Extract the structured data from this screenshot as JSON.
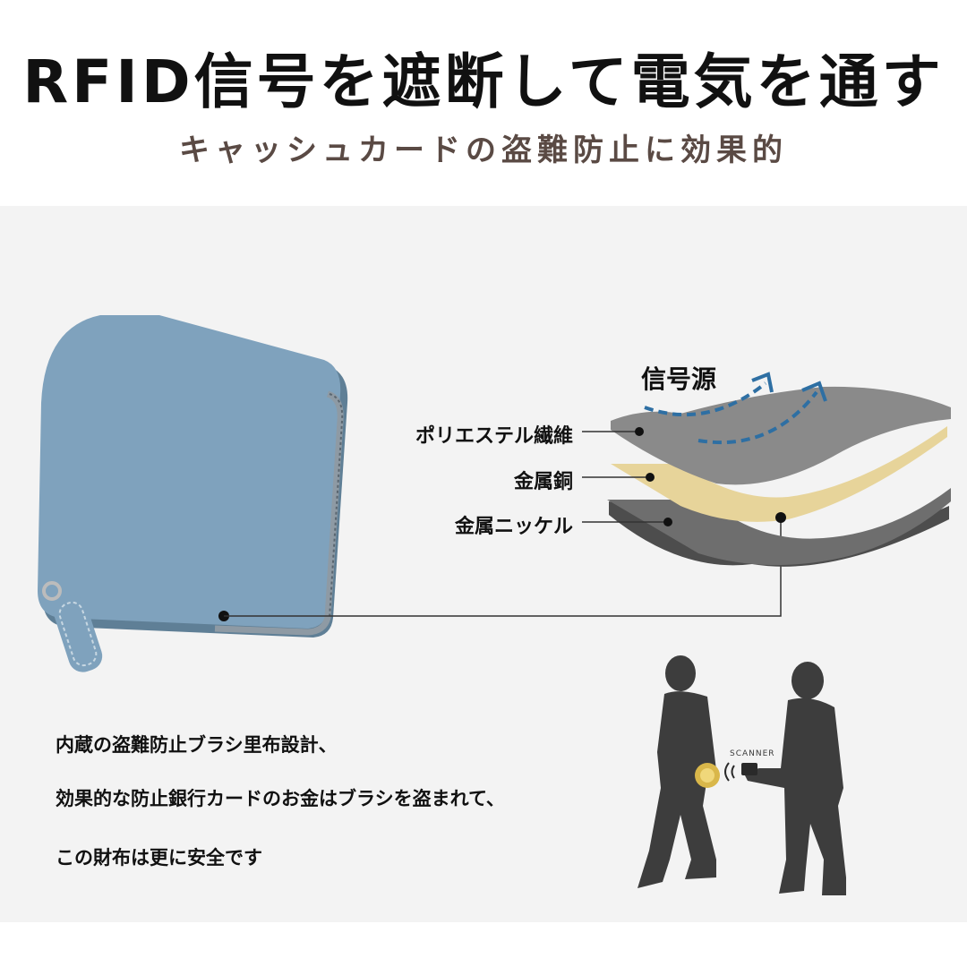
{
  "header": {
    "title": "RFID信号を遮断して電気を通す",
    "subtitle": "キャッシュカードの盗難防止に効果的"
  },
  "diagram": {
    "signal_label": "信号源",
    "layers": [
      {
        "label": "ポリエステル繊維",
        "color": "#8a8a8a"
      },
      {
        "label": "金属銅",
        "color": "#e7d49a"
      },
      {
        "label": "金属ニッケル",
        "color": "#6e6e6e"
      }
    ],
    "arrow_color": "#2e6fa3"
  },
  "description": {
    "lines": [
      "内蔵の盗難防止ブラシ里布設計、",
      "効果的な防止銀行カードのお金はブラシを盗まれて、",
      "この財布は更に安全です"
    ]
  },
  "illustration": {
    "scanner_label": "SCANNER",
    "wallet_color": "#7fa2bd",
    "person_color": "#3d3d3d"
  }
}
